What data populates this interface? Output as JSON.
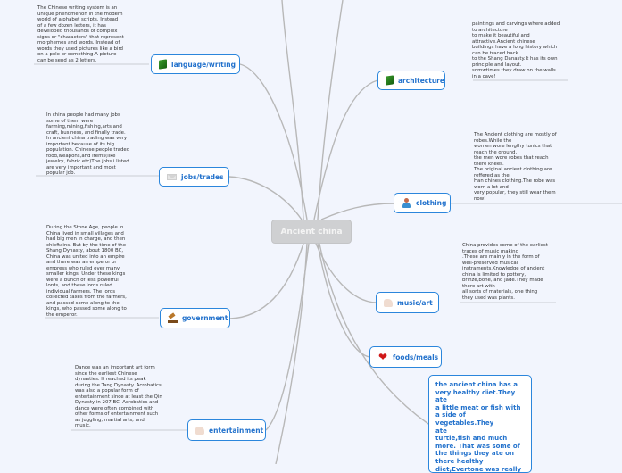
{
  "central_topic": "Ancient china",
  "branches": [
    {
      "id": "language",
      "label": "language/writing",
      "icon": "book-icon",
      "note": "The Chinese writing system is an\nunique phenomenon in the modern\nworld of alphabet scripts. Instead\nof a few dozen letters, it has\ndeveloped thousands of complex\nsigns or \"characters\" that represent\nmorphemes and words. Instead of\nwords they used pictures like a bird\non a pole or something.A picture\ncan be send as 2 letters."
    },
    {
      "id": "architecture",
      "label": "architecture",
      "icon": "book-icon",
      "note": "paintings and carvings where added\nto architecture\nto make it beautiful and\nattractive.Ancient chinese\nbuildings have a long history which\ncan be traced back\nto the Shang Danasty.It has its own\nprinciple and layout.\nsomwtimes they draw on the walls\nin a cave!"
    },
    {
      "id": "jobs",
      "label": "jobs/trades",
      "icon": "envelope-icon",
      "note": "In china people had many jobs\nsome of them were\nfarming,mining,fishing,arts and\ncraft, business, and finally trade.\nIn ancient china trading was very\nimportant because of its big\npopulation. Chinese people traded\nfood,weapons,and items(like\njewelry, fabric.etc)The jobs i listed\nare very important and most\npopular job."
    },
    {
      "id": "clothing",
      "label": "clothing",
      "icon": "person-icon",
      "note": "The Ancient clothing are mostly of\nrobes.While the\nwomen wore lengthy tunics that\nreach the ground,\nthe men wore robes that reach\nthere knees.\nThe original ancient clothing are\nreffered as the\nHan chines clothing.The robe was\nworn a lot and\nvery popular, they still wear them\nnow!"
    },
    {
      "id": "government",
      "label": "government",
      "icon": "gavel-icon",
      "note": "During the Stone Age, people in\nChina lived in small villages and\nhad big men in charge, and then\nchieftains. But by the time of the\nShang Dynasty, about 1800 BC,\nChina was united into an empire\nand there was an emperor or\nempress who ruled over many\nsmaller kings. Under these kings\nwere a bunch of less powerful\nlords, and these lords ruled\nindividual farmers. The lords\ncollected taxes from the farmers,\nand passed some along to the\nkings, who passed some along to\nthe emperor."
    },
    {
      "id": "music",
      "label": "music/art",
      "icon": "thumbs-up-icon",
      "note": "China provides some of the earliest\ntraces of music making\n.These are mainly in the form of\nwell-preserved musical\ninstraments.Knowledge of ancient\nchina is limited to pottery,\nbrinze,bone, and jade.They made\nthere art with\nall sorts of materials, one thing\nthey used was plants."
    },
    {
      "id": "foods",
      "label": "foods/meals",
      "icon": "heart-icon",
      "note": "the ancient china has a\nvery healthy diet.They\nate\na little meat or fish with\na side of vegetables.They\nate\nturtle,fish and much\nmore. That was some of\nthe things they ate on\nthere healthy\ndiet,Evertone was really"
    },
    {
      "id": "entertainment",
      "label": "entertainment",
      "icon": "thumbs-up-icon",
      "note": "Dance was an important art form\nsince the earliest Chinese\ndynasties. It reached its peak\nduring the Tang Dynasty. Acrobatics\nwas also a popular form of\nentertainment since at least the Qin\nDynasty in 207 BC. Acrobatics and\ndance were often combined with\nother forms of entertainment such\nas juggling, martial arts, and\nmusic."
    }
  ],
  "colors": {
    "background": "#f2f5fd",
    "node_border": "#2b86dc",
    "node_text": "#2372cc",
    "central_fill": "#cfd0d2",
    "connector": "#b8b8b8"
  }
}
